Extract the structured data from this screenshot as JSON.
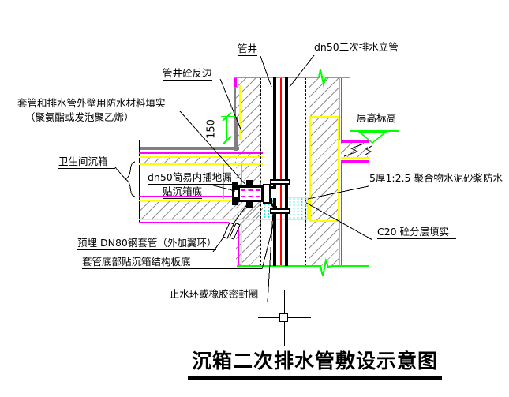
{
  "title": {
    "text": "沉箱二次排水管敷设示意图"
  },
  "dimension": {
    "value": "150"
  },
  "labels": {
    "pipe_well": "管井",
    "riser": "dn50二次排水立管",
    "well_curb": "管井砼反边",
    "sleeve_fill_1": "套管和排水管外壁用防水材料填实",
    "sleeve_fill_2": "（聚氨酯或发泡聚乙烯）",
    "bathroom_box": "卫生间沉箱",
    "floor_drain_1": "dn50简易内插地漏",
    "floor_drain_2": "贴沉箱底",
    "embedded_sleeve": "预埋 DN80钢套管（外加翼环）",
    "sleeve_bottom": "套管底部贴沉箱结构板底",
    "seal_ring": "止水环或橡胶密封圈",
    "floor_elevation": "层高标高",
    "mortar_waterproof": "5厚1:2.5 聚合物水泥砂浆防水",
    "c20_fill": "C20 砼分层填实"
  },
  "colors": {
    "level_line_green": "#00ff00",
    "finish_magenta": "#ff00ff",
    "waterproof_yellow": "#ffff00",
    "pipe_cyan": "#00ffff",
    "pipe_axis_red": "#ff0000",
    "concrete_hatch_gray": "#8f8f8f"
  }
}
